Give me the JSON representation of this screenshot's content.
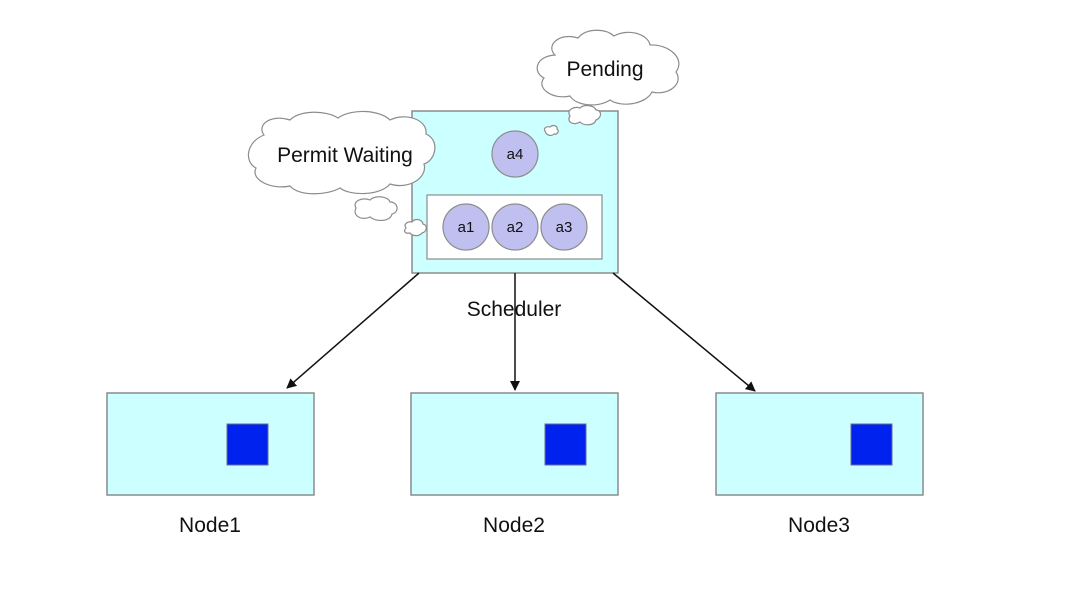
{
  "colors": {
    "box_fill": "#ccffff",
    "box_stroke": "#8c8c8c",
    "pod_fill": "#c0c0f0",
    "pod_stroke": "#8c8c8c",
    "square_fill": "#0022ee",
    "arrow": "#111111",
    "cloud_stroke": "#8c8c8c"
  },
  "scheduler": {
    "label": "Scheduler",
    "pending_pod": "a4",
    "waiting_pods": [
      "a1",
      "a2",
      "a3"
    ]
  },
  "callouts": {
    "pending": "Pending",
    "permit_waiting": "Permit Waiting"
  },
  "nodes": [
    {
      "label": "Node1"
    },
    {
      "label": "Node2"
    },
    {
      "label": "Node3"
    }
  ]
}
